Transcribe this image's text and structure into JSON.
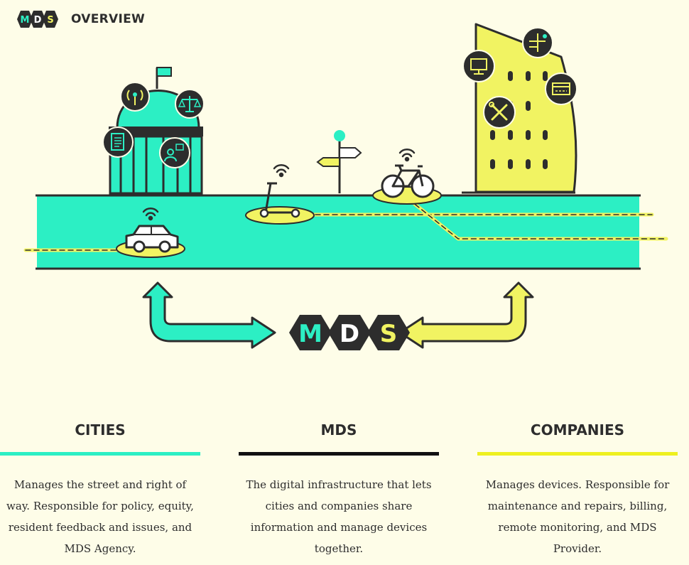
{
  "header": {
    "logo_letters": [
      "M",
      "D",
      "S"
    ],
    "title": "OVERVIEW"
  },
  "center_logo": {
    "letters": [
      "M",
      "D",
      "S"
    ]
  },
  "colors": {
    "background": "#fefde8",
    "teal": "#2cefc4",
    "yellow": "#f1f362",
    "dark": "#2d2d2d",
    "black": "#111111"
  },
  "icons": {
    "city_hall": [
      "antenna-icon",
      "scales-icon",
      "document-icon",
      "feedback-user-icon"
    ],
    "company_building": [
      "monitor-icon",
      "circuit-icon",
      "credit-card-icon",
      "tools-icon"
    ],
    "street": [
      "car-icon",
      "scooter-icon",
      "bicycle-icon",
      "signpost-icon",
      "wifi-icon"
    ]
  },
  "columns": [
    {
      "title": "CITIES",
      "bar_color": "#2cefc4",
      "text": "Manages the street and right of way. Responsible for policy, equity, resident feedback and issues, and MDS Agency."
    },
    {
      "title": "MDS",
      "bar_color": "#111111",
      "text": "The digital infrastructure that lets cities and companies share information and manage devices together."
    },
    {
      "title": "COMPANIES",
      "bar_color": "#eef01f",
      "text": "Manages devices. Responsible for maintenance and repairs, billing, remote monitoring, and MDS Provider."
    }
  ]
}
